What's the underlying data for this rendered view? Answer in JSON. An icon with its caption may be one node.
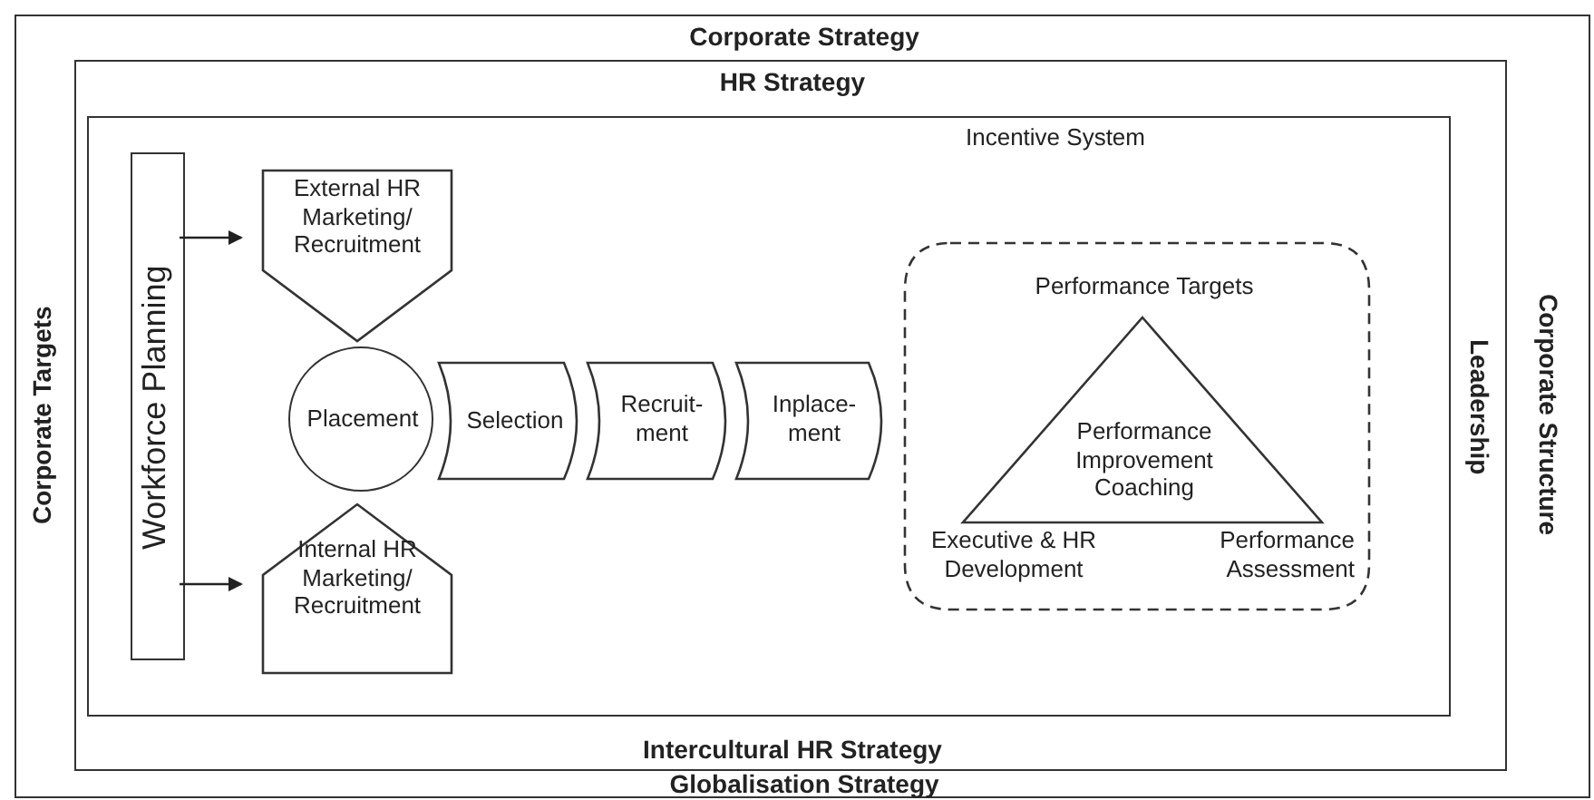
{
  "diagram": {
    "nodes": [
      {
        "text": [
          "Corporate Strategy",
          "Corporate Targets",
          "Corporate Structure",
          "Globalisation Strategy"
        ]
      },
      {
        "text": [
          "HR Strategy",
          "Leadership",
          "Intercultural HR Strategy"
        ],
        "in": 0
      },
      {
        "text": [],
        "shape": "box",
        "in": 1
      },
      {
        "text": [
          "Workforce Planning"
        ],
        "in": 2
      },
      {
        "text": [
          "External HR Marketing/ Recruitment"
        ],
        "in": 2
      },
      {
        "text": [
          "Placement"
        ],
        "in": 2
      },
      {
        "text": [
          "Selection"
        ],
        "in": 2
      },
      {
        "text": [
          "Recruit- ment"
        ],
        "in": 2
      },
      {
        "text": [
          "Inplace- ment"
        ],
        "in": 2
      },
      {
        "text": [
          "Internal HR Marketing/ Recruitment"
        ],
        "in": 2
      },
      {
        "text": [
          "Incentive System"
        ],
        "in": 2
      },
      {
        "text": [
          "Performance Improvement Coaching"
        ],
        "beside": [
          "Performance Targets",
          "Executive & HR Development",
          "Performance Assessment"
        ],
        "in": 10
      }
    ],
    "edges": [
      {
        "from": 3,
        "to": 4,
        "arrow": "to"
      },
      {
        "from": 3,
        "to": 9,
        "arrow": "to"
      }
    ]
  }
}
